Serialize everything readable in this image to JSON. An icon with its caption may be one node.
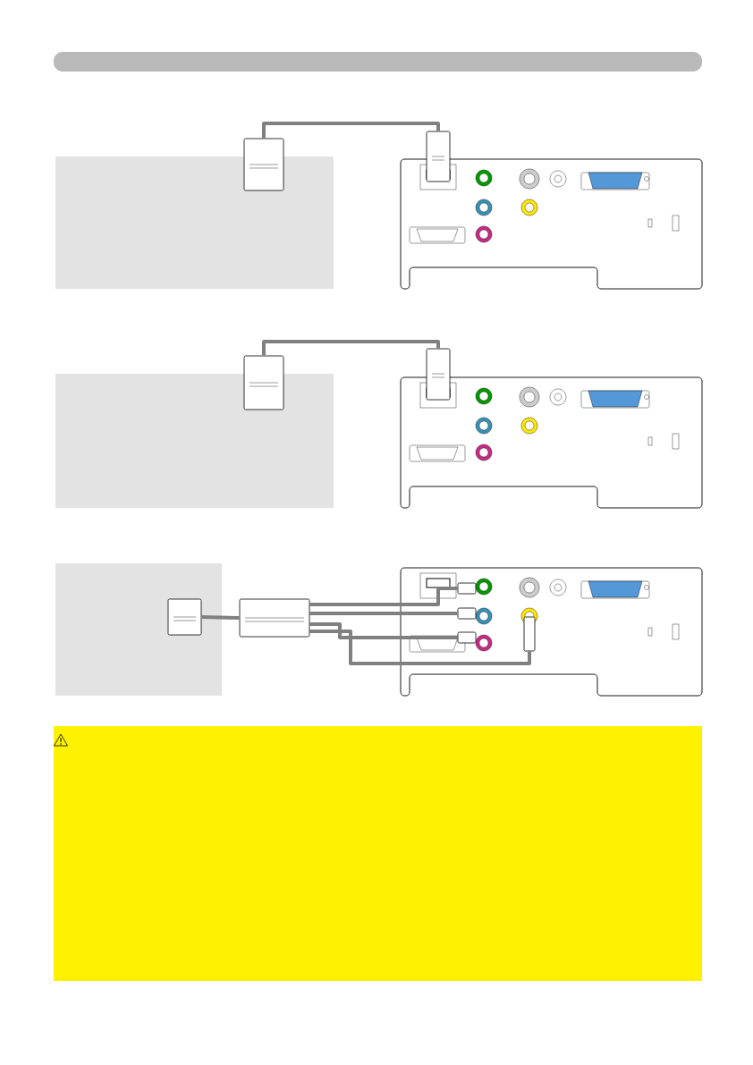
{
  "diagram": {
    "nodes": [
      {
        "text": [],
        "shape": "box"
      },
      {
        "text": [],
        "shape": "plug"
      },
      {
        "text": [],
        "shape": "box"
      },
      {
        "text": [],
        "shape": "plug"
      },
      {
        "text": [],
        "shape": "box"
      },
      {
        "text": [],
        "shape": "plug"
      },
      {
        "text": [],
        "shape": "box"
      },
      {
        "text": [],
        "shape": "plug"
      },
      {
        "text": [],
        "shape": "box"
      },
      {
        "text": [],
        "shape": "plug",
        "in": 8
      },
      {
        "text": [],
        "shape": "plug"
      },
      {
        "text": [],
        "shape": "box"
      },
      {
        "text": [],
        "shape": "plug",
        "in": 11
      },
      {
        "text": [],
        "shape": "plug",
        "in": 11
      },
      {
        "text": [],
        "shape": "plug",
        "in": 11
      },
      {
        "text": [],
        "shape": "plug",
        "in": 11
      }
    ],
    "edges": [
      {
        "from": 1,
        "to": 3,
        "arrow": "none"
      },
      {
        "from": 5,
        "to": 7,
        "arrow": "none"
      },
      {
        "from": 9,
        "to": 10,
        "arrow": "none"
      },
      {
        "from": 10,
        "to": 12,
        "arrow": "none"
      },
      {
        "from": 10,
        "to": 13,
        "arrow": "none"
      },
      {
        "from": 10,
        "to": 14,
        "arrow": "none"
      },
      {
        "from": 10,
        "to": 15,
        "arrow": "none"
      }
    ]
  }
}
